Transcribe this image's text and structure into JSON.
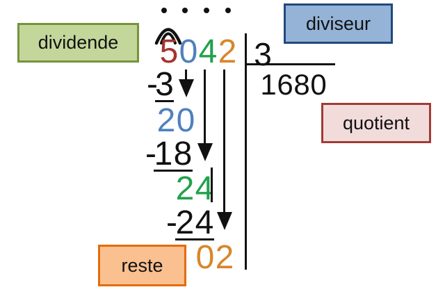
{
  "diagram": {
    "dividend_digits": [
      "5",
      "0",
      "4",
      "2"
    ],
    "dividend_digit_colors": [
      "#A5342F",
      "#4F81BD",
      "#22A14B",
      "#D8862B"
    ],
    "divisor": "3",
    "quotient_digits": [
      "1",
      "6",
      "8",
      "0"
    ],
    "steps": {
      "sub1": {
        "sign": "-",
        "digits": [
          "3"
        ]
      },
      "rem1": {
        "digits": [
          "2",
          "0"
        ],
        "color": "#4F81BD"
      },
      "sub2": {
        "sign": "-",
        "digits": [
          "1",
          "8"
        ]
      },
      "rem2": {
        "digits": [
          "2",
          "4"
        ],
        "color": "#22A14B"
      },
      "sub3": {
        "sign": "-",
        "digits": [
          "2",
          "4"
        ]
      },
      "rem3": {
        "digits": [
          "0",
          "2"
        ],
        "color": "#D8862B"
      }
    },
    "place_dots_count": 4,
    "line_color": "#111111"
  },
  "labels": {
    "dividende": "dividende",
    "diviseur": "diviseur",
    "quotient": "quotient",
    "reste": "reste"
  },
  "label_box_colors": {
    "dividende": {
      "fill": "#C4D79B",
      "border": "#76933C"
    },
    "diviseur": {
      "fill": "#95B3D7",
      "border": "#1F497D"
    },
    "quotient": {
      "fill": "#F2DCDB",
      "border": "#A03C36"
    },
    "reste": {
      "fill": "#FAC090",
      "border": "#E36C0A"
    }
  }
}
